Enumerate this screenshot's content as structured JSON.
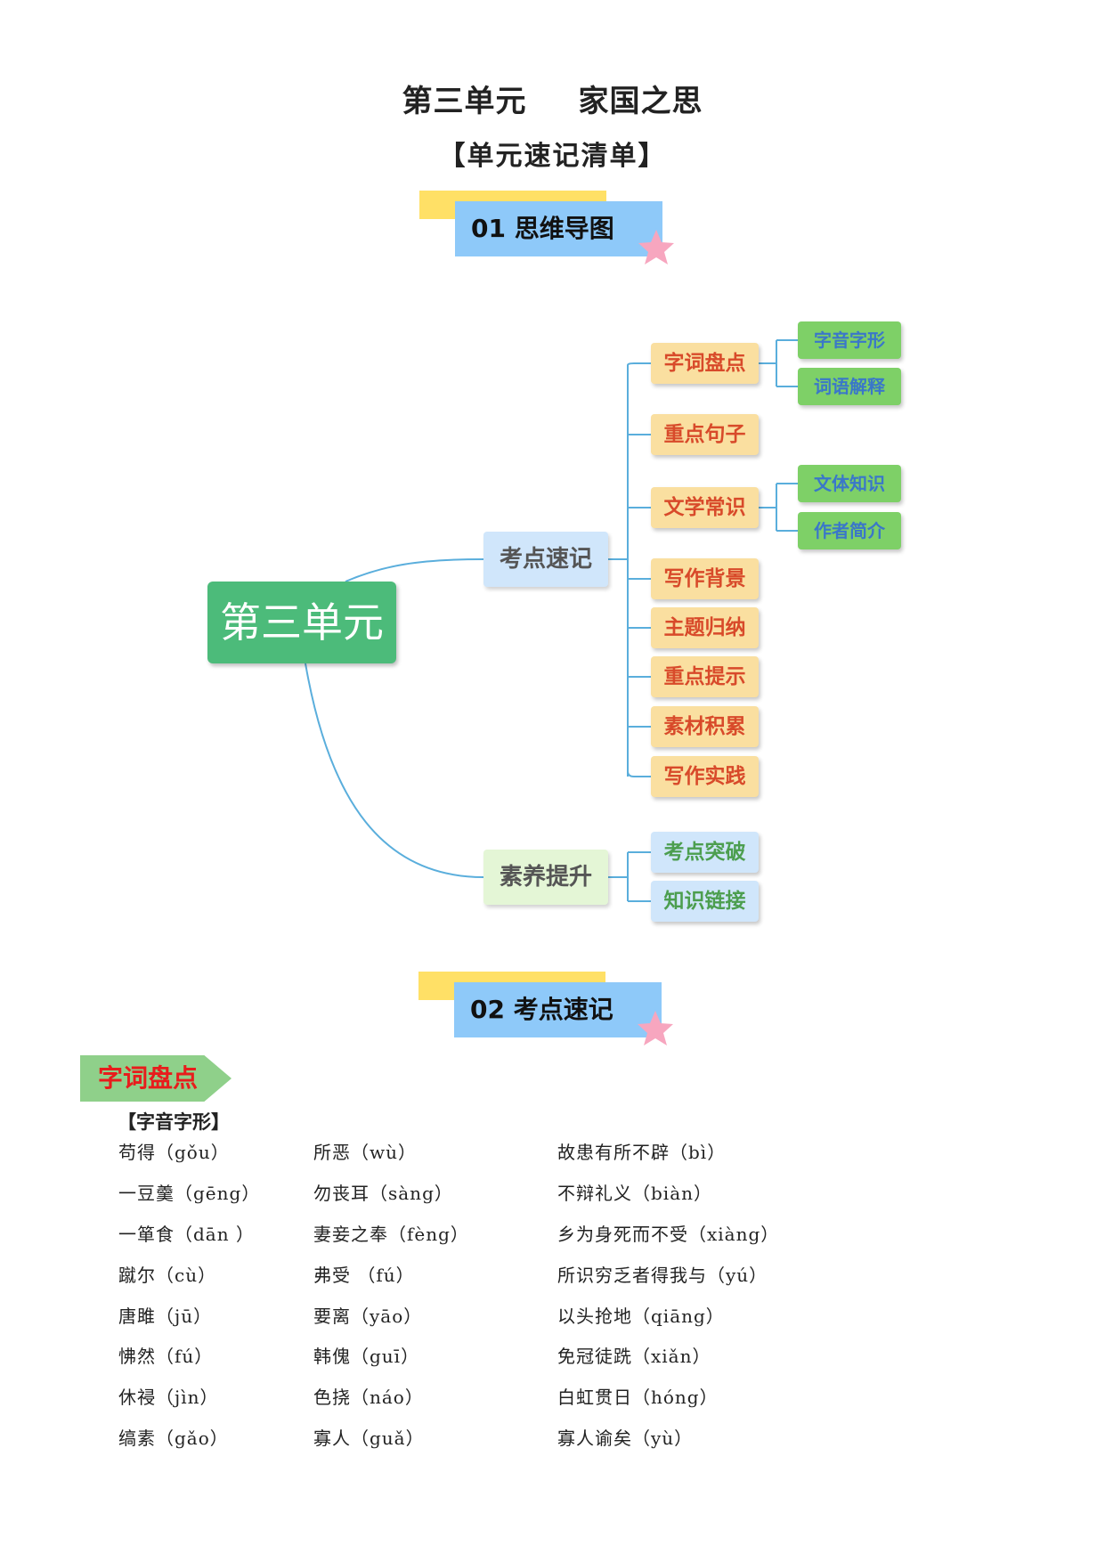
{
  "header": {
    "title_left": "第三单元",
    "title_right": "家国之思",
    "subtitle": "【单元速记清单】"
  },
  "sections": [
    {
      "label": "01  思维导图"
    },
    {
      "label": "02  考点速记"
    }
  ],
  "mindmap": {
    "root": "第三单元",
    "branches": [
      {
        "label": "考点速记",
        "children": [
          {
            "label": "字词盘点",
            "children": [
              "字音字形",
              "词语解释"
            ]
          },
          {
            "label": "重点句子"
          },
          {
            "label": "文学常识",
            "children": [
              "文体知识",
              "作者简介"
            ]
          },
          {
            "label": "写作背景"
          },
          {
            "label": "主题归纳"
          },
          {
            "label": "重点提示"
          },
          {
            "label": "素材积累"
          },
          {
            "label": "写作实践"
          }
        ]
      },
      {
        "label": "素养提升",
        "children": [
          {
            "label": "考点突破"
          },
          {
            "label": "知识链接"
          }
        ]
      }
    ]
  },
  "vocab": {
    "tag": "字词盘点",
    "subhead": "【字音字形】",
    "col1": [
      "苟得（gǒu）",
      "一豆羹（gēng）",
      "一箪食（dān ）",
      "蹴尔（cù）",
      "唐雎（jū）",
      "怫然（fú）",
      "休祲（jìn）",
      "缟素（gǎo）"
    ],
    "col2": [
      "所恶（wù）",
      "勿丧耳（sàng）",
      "妻妾之奉（fèng）",
      "弗受 （fú）",
      "要离（yāo）",
      "韩傀（guī）",
      "色挠（náo）",
      "寡人（guǎ）"
    ],
    "col3": [
      "故患有所不辟（bì）",
      "不辩礼义（biàn）",
      "乡为身死而不受（xiàng）",
      "所识穷乏者得我与（yú）",
      "以头抢地（qiāng）",
      "免冠徒跣（xiǎn）",
      "白虹贯日（hóng）",
      "寡人谕矣（yù）"
    ]
  },
  "colors": {
    "root": "#4cbb7a",
    "connector": "#5aaedc",
    "leaf_bg": "#fadfa0",
    "leaf_text": "#d84a2a",
    "sub_bg": "#7ed067",
    "sub_text": "#3a77c9",
    "tag_text": "#e81c1c"
  }
}
